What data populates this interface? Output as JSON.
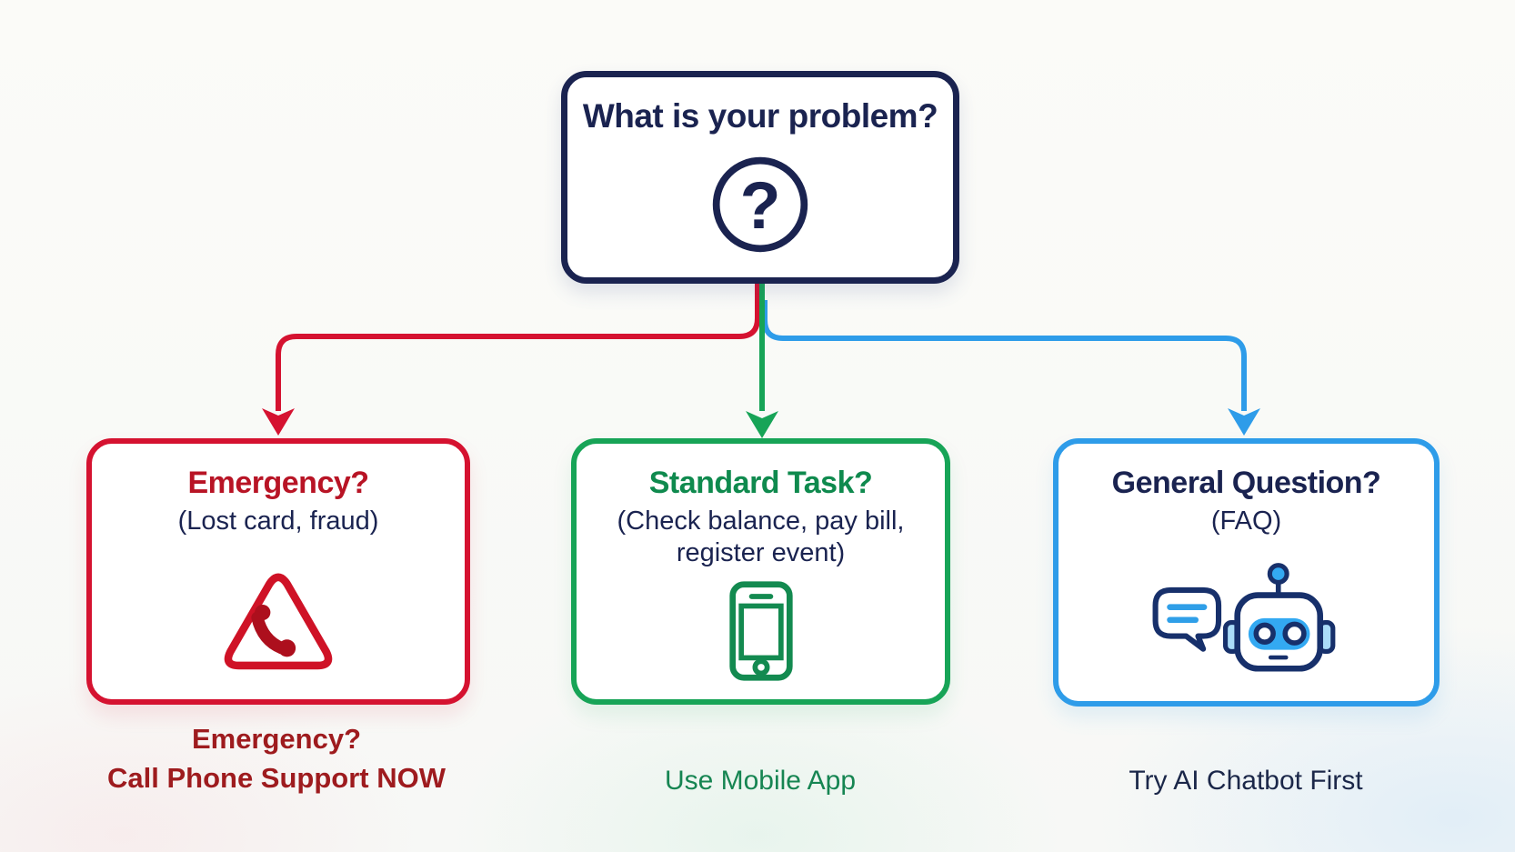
{
  "root": {
    "title": "What is your problem?",
    "icon": "question-mark-icon",
    "icon_glyph": "?"
  },
  "branches": [
    {
      "id": "emergency",
      "heading": "Emergency?",
      "subtitle": "(Lost card, fraud)",
      "icon": "phone-warning-icon",
      "footer": [
        "Emergency?",
        "Call Phone Support NOW"
      ]
    },
    {
      "id": "standard-task",
      "heading": "Standard Task?",
      "subtitle": "(Check balance, pay bill,",
      "subtitle2": "register event)",
      "icon": "mobile-phone-icon",
      "footer": [
        "Use Mobile App"
      ]
    },
    {
      "id": "general-question",
      "heading": "General Question?",
      "subtitle": "(FAQ)",
      "icon": "chatbot-icon",
      "footer": [
        "Try AI Chatbot First"
      ]
    }
  ],
  "colors": {
    "navy": "#1a2350",
    "red": "#d51230",
    "red-heading": "#b81425",
    "red-footer": "#9e1b1e",
    "green": "#17a457",
    "green-heading": "#0f8a4e",
    "green-footer": "#168552",
    "blue": "#2e9ce9",
    "robot-blue": "#33a9f2"
  }
}
